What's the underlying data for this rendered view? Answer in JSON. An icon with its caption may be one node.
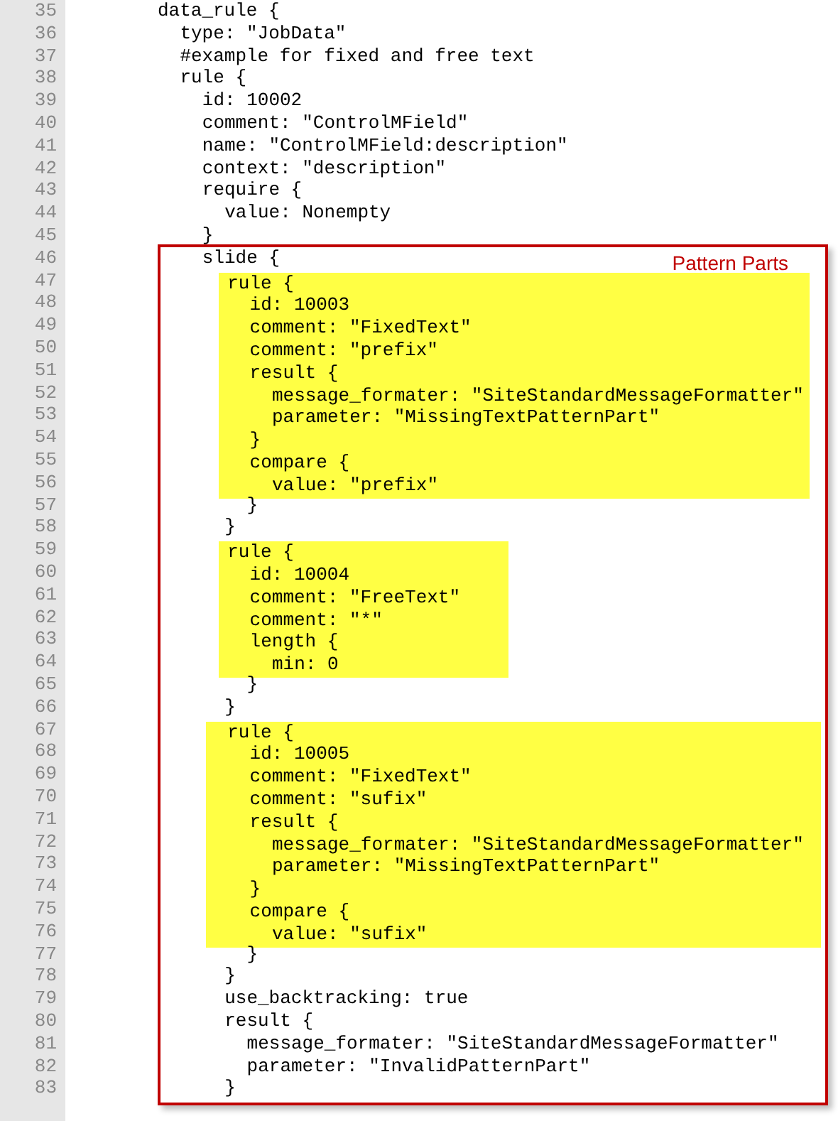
{
  "diagram": {
    "nodes": [
      {
        "text": [
          "Pattern Parts",
          "slide {",
          "}",
          "}",
          "}",
          "}",
          "}",
          "}",
          "use_backtracking: true",
          "result {",
          "message_formater: \"SiteStandardMessageFormatter\"",
          "parameter: \"InvalidPatternPart\"",
          "}"
        ]
      },
      {
        "text": [
          "rule {",
          "id: 10003",
          "comment: \"FixedText\"",
          "comment: \"prefix\"",
          "result {",
          "message_formater: \"SiteStandardMessageFormatter\"",
          "parameter: \"MissingTextPatternPart\"",
          "}",
          "compare {",
          "value: \"prefix\""
        ],
        "in": 0
      },
      {
        "text": [
          "rule {",
          "id: 10004",
          "comment: \"FreeText\"",
          "comment: \"*\"",
          "length {",
          "min: 0"
        ],
        "in": 0
      },
      {
        "text": [
          "rule {",
          "id: 10005",
          "comment: \"FixedText\"",
          "comment: \"sufix\"",
          "result {",
          "message_formater: \"SiteStandardMessageFormatter\"",
          "parameter: \"MissingTextPatternPart\"",
          "}",
          "compare {",
          "value: \"sufix\""
        ],
        "in": 0
      }
    ],
    "edges": [],
    "labels": [
      "35",
      "data_rule {",
      "36",
      "type: \"JobData\"",
      "37",
      "#example for fixed and free text",
      "38",
      "rule {",
      "39",
      "id: 10002",
      "40",
      "comment: \"ControlMField\"",
      "41",
      "name: \"ControlMField:description\"",
      "42",
      "context: \"description\"",
      "43",
      "require {",
      "44",
      "value: Nonempty",
      "45",
      "}",
      "46",
      "47",
      "48",
      "49",
      "50",
      "51",
      "52",
      "53",
      "54",
      "55",
      "56",
      "57",
      "58",
      "59",
      "60",
      "61",
      "62",
      "63",
      "64",
      "65",
      "66",
      "67",
      "68",
      "69",
      "70",
      "71",
      "72",
      "73",
      "74",
      "75",
      "76",
      "77",
      "78",
      "79",
      "80",
      "81",
      "82",
      "83"
    ]
  }
}
